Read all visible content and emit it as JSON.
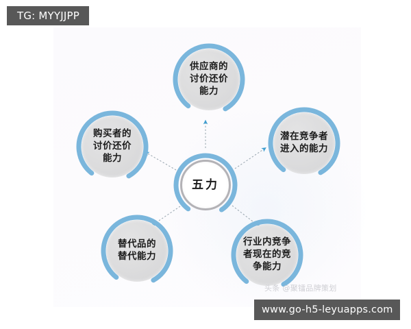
{
  "overlays": {
    "tg_badge": "TG: MYYJJPP",
    "site_badge": "www.go-h5-leyuapps.com",
    "source_watermark": "头条 @聚镭品牌策划"
  },
  "diagram": {
    "center": {
      "name": "center-node",
      "lines": [
        "五力"
      ]
    },
    "nodes": [
      {
        "id": "supplier",
        "name": "supplier-bargaining-power-node",
        "lines": [
          "供应商的",
          "讨价还价",
          "能力"
        ]
      },
      {
        "id": "entrant",
        "name": "potential-entrant-node",
        "lines": [
          "潜在竞争者",
          "进入的能力"
        ]
      },
      {
        "id": "buyer",
        "name": "buyer-bargaining-power-node",
        "lines": [
          "购买者的",
          "讨价还价",
          "能力"
        ]
      },
      {
        "id": "substitute",
        "name": "substitute-node",
        "lines": [
          "替代品的",
          "替代能力"
        ]
      },
      {
        "id": "rivalry",
        "name": "industry-rivalry-node",
        "lines": [
          "行业内竞争",
          "者现在的竞",
          "争能力"
        ]
      }
    ]
  },
  "colors": {
    "ring_blue": "#7ab6dc",
    "arrow_blue": "#3f9ed0",
    "disc_gray": "#dcdcdd",
    "center_ring_gray": "#b3b2b6",
    "badge_gray": "#585858",
    "panel_bg": "#fbfafd"
  }
}
